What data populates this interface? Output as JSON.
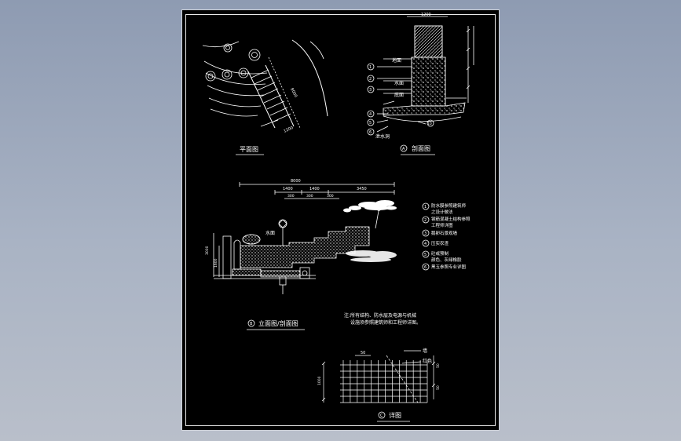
{
  "drawing": {
    "plan": {
      "title": "平面图",
      "dim_width": "1200",
      "dim_length": "8000"
    },
    "section": {
      "marker": "A",
      "title": "剖面图",
      "dim_top": "1200",
      "labels": [
        "地面",
        "水面",
        "底面"
      ],
      "drain_label": "泄水洞",
      "left_markers": [
        "1",
        "2",
        "3",
        "4",
        "5",
        "6"
      ],
      "bottom_marker": "10"
    },
    "elevation": {
      "marker": "B",
      "title": "立面图/剖面图",
      "dims_top": [
        "8000",
        "1400",
        "1400",
        "3450"
      ],
      "dims_small": [
        "300",
        "300",
        "300"
      ],
      "water_label": "水面",
      "left_dims": [
        "3000",
        "1600"
      ],
      "note_line1": "注:所有结构、防水层及电源与机械",
      "note_line2": "设施须参照建筑师和工程师详图。"
    },
    "legend": [
      {
        "num": "1",
        "line1": "防水膜参照建筑师",
        "line2": "之设计做法"
      },
      {
        "num": "2",
        "line1": "钢筋混凝土结构参照",
        "line2": "工程师详图"
      },
      {
        "num": "3",
        "line1": "鹅卵石景观墙",
        "line2": ""
      },
      {
        "num": "4",
        "line1": "压实农渣",
        "line2": ""
      },
      {
        "num": "5",
        "line1": "砼或预制",
        "line2": "颜色、灰绿橡胶"
      },
      {
        "num": "6",
        "line1": "黑玉参照专业详图",
        "line2": ""
      }
    ],
    "detail": {
      "marker": "C",
      "title": "详图",
      "dim_top": "50",
      "label_wall": "墙",
      "label_red": "红色",
      "dim_right_a": "50",
      "dim_right_b": "50",
      "dim_left": "1000"
    }
  }
}
